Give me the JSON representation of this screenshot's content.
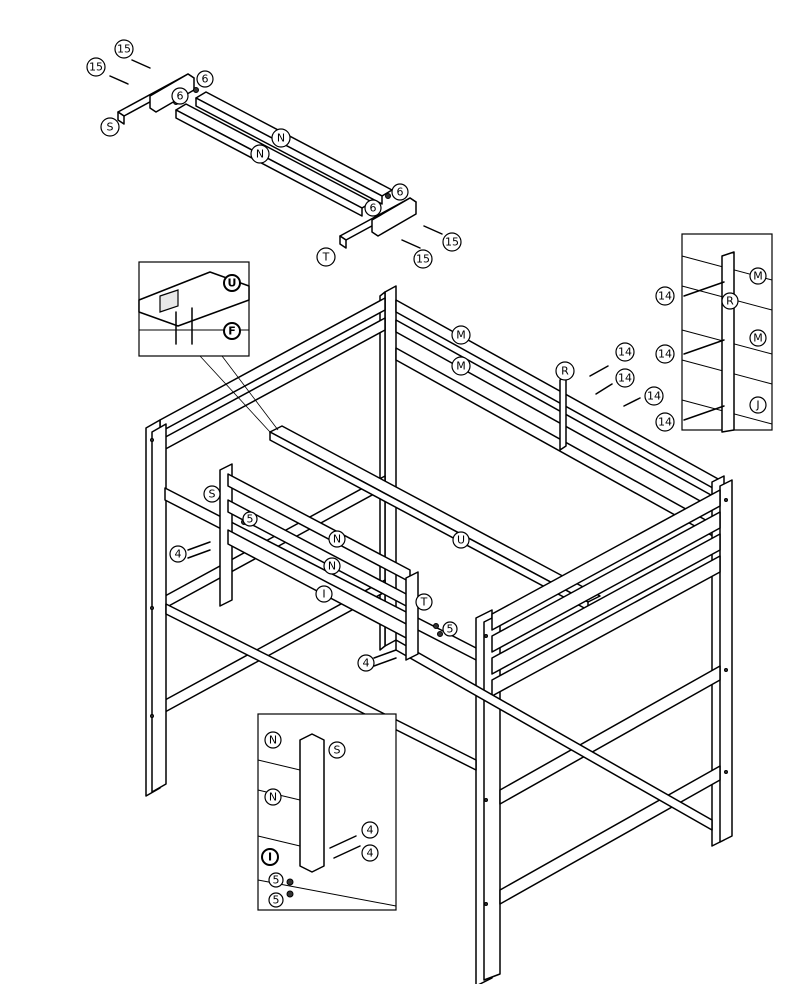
{
  "callouts": {
    "bolt_15": "15",
    "washer_6": "6",
    "slat_n": "N",
    "post_s": "S",
    "post_t": "T",
    "guard_m": "M",
    "bracket_r": "R",
    "bolt_14": "14",
    "panel_j": "J",
    "rail_u": "U",
    "rail_f": "F",
    "bolt_4": "4",
    "washer_5": "5",
    "rail_i": "I"
  }
}
